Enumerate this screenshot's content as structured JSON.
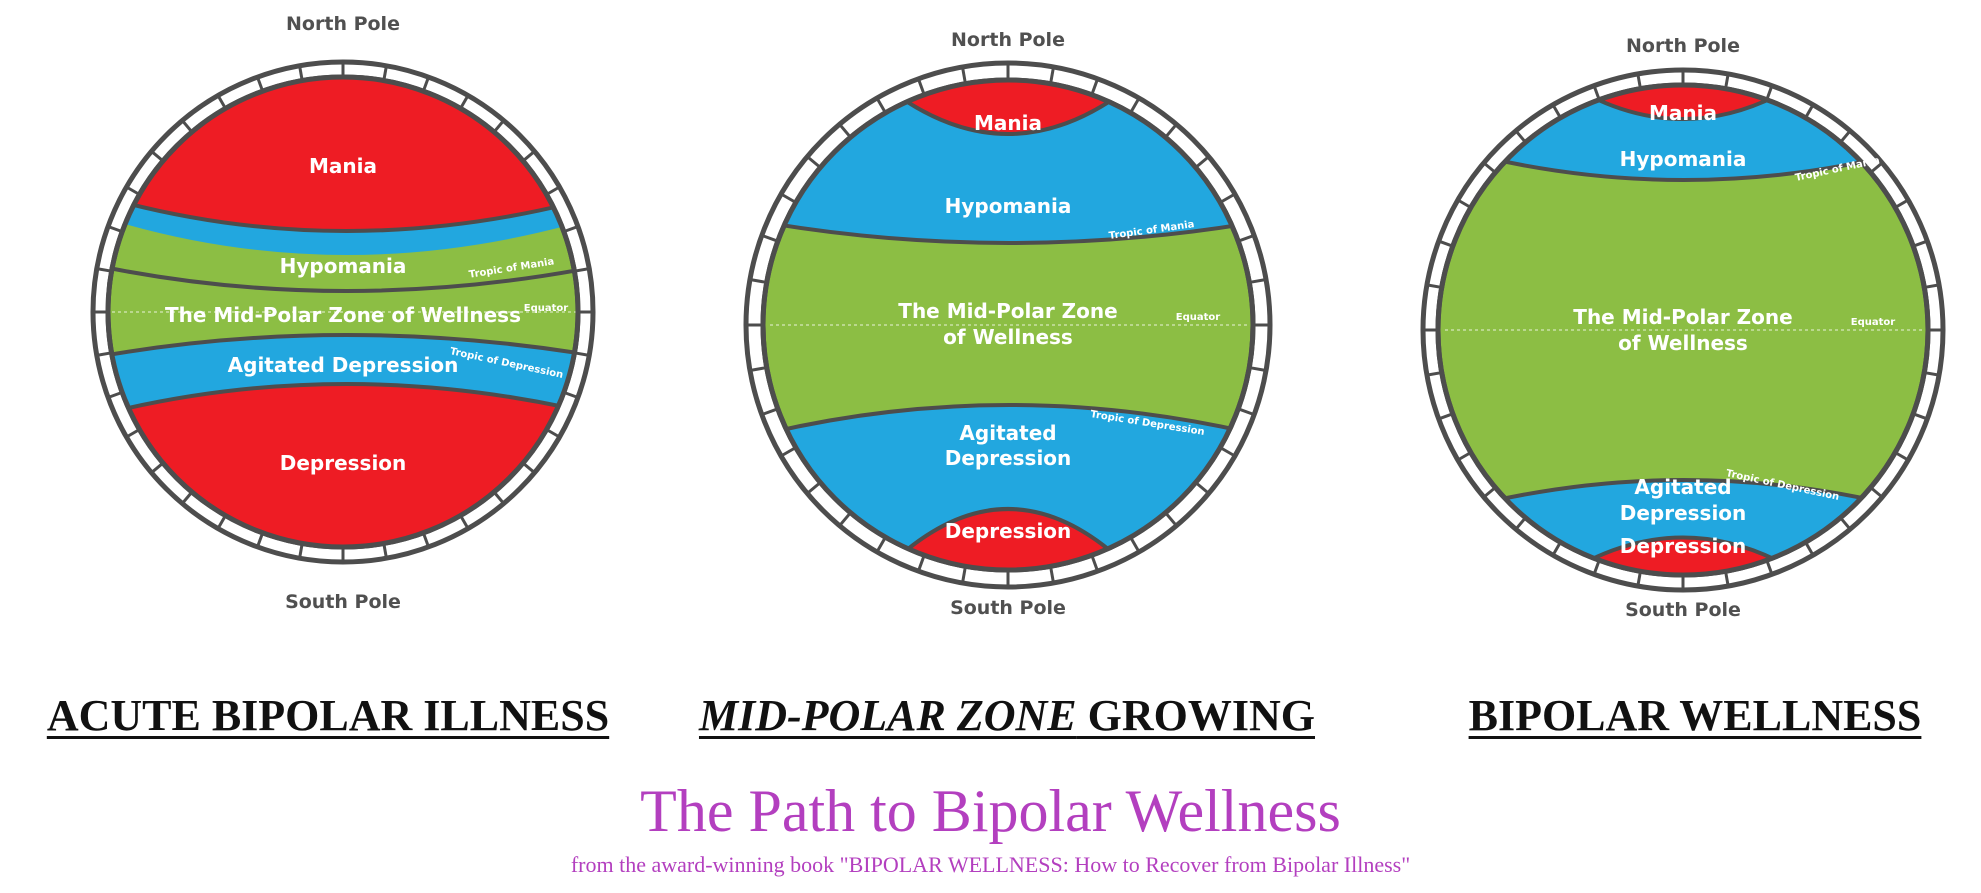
{
  "diagrams": [
    {
      "north": "North Pole",
      "south": "South Pole",
      "mania": "Mania",
      "hypomania": "Hypomania",
      "wellness_lines": [
        "The Mid-Polar Zone of Wellness"
      ],
      "agitated_lines": [
        "Agitated Depression"
      ],
      "depression": "Depression",
      "tropic_mania": "Tropic of Mania",
      "equator": "Equator",
      "tropic_depression": "Tropic of Depression"
    },
    {
      "north": "North Pole",
      "south": "South Pole",
      "mania": "Mania",
      "hypomania": "Hypomania",
      "wellness_lines": [
        "The Mid-Polar Zone",
        "of Wellness"
      ],
      "agitated_lines": [
        "Agitated",
        "Depression"
      ],
      "depression": "Depression",
      "tropic_mania": "Tropic of Mania",
      "equator": "Equator",
      "tropic_depression": "Tropic of Depression"
    },
    {
      "north": "North Pole",
      "south": "South Pole",
      "mania": "Mania",
      "hypomania": "Hypomania",
      "wellness_lines": [
        "The Mid-Polar Zone",
        "of Wellness"
      ],
      "agitated_lines": [
        "Agitated",
        "Depression"
      ],
      "depression": "Depression",
      "tropic_mania": "Tropic of Mania",
      "equator": "Equator",
      "tropic_depression": "Tropic of Depression"
    }
  ],
  "headings": {
    "acute": "ACUTE BIPOLAR  ILLNESS",
    "growing_italic": "MID-POLAR  ZONE",
    "growing_rest": " GROWING",
    "wellness": "BIPOLAR WELLNESS"
  },
  "title": "The Path to Bipolar Wellness",
  "subtitle": "from the award-winning book \"BIPOLAR WELLNESS: How to Recover from Bipolar Illness\"",
  "colors": {
    "red": "#ee1c24",
    "blue": "#22a7df",
    "green": "#8cbe44",
    "outline": "#4d4d4d",
    "accent": "#b33fbf"
  }
}
